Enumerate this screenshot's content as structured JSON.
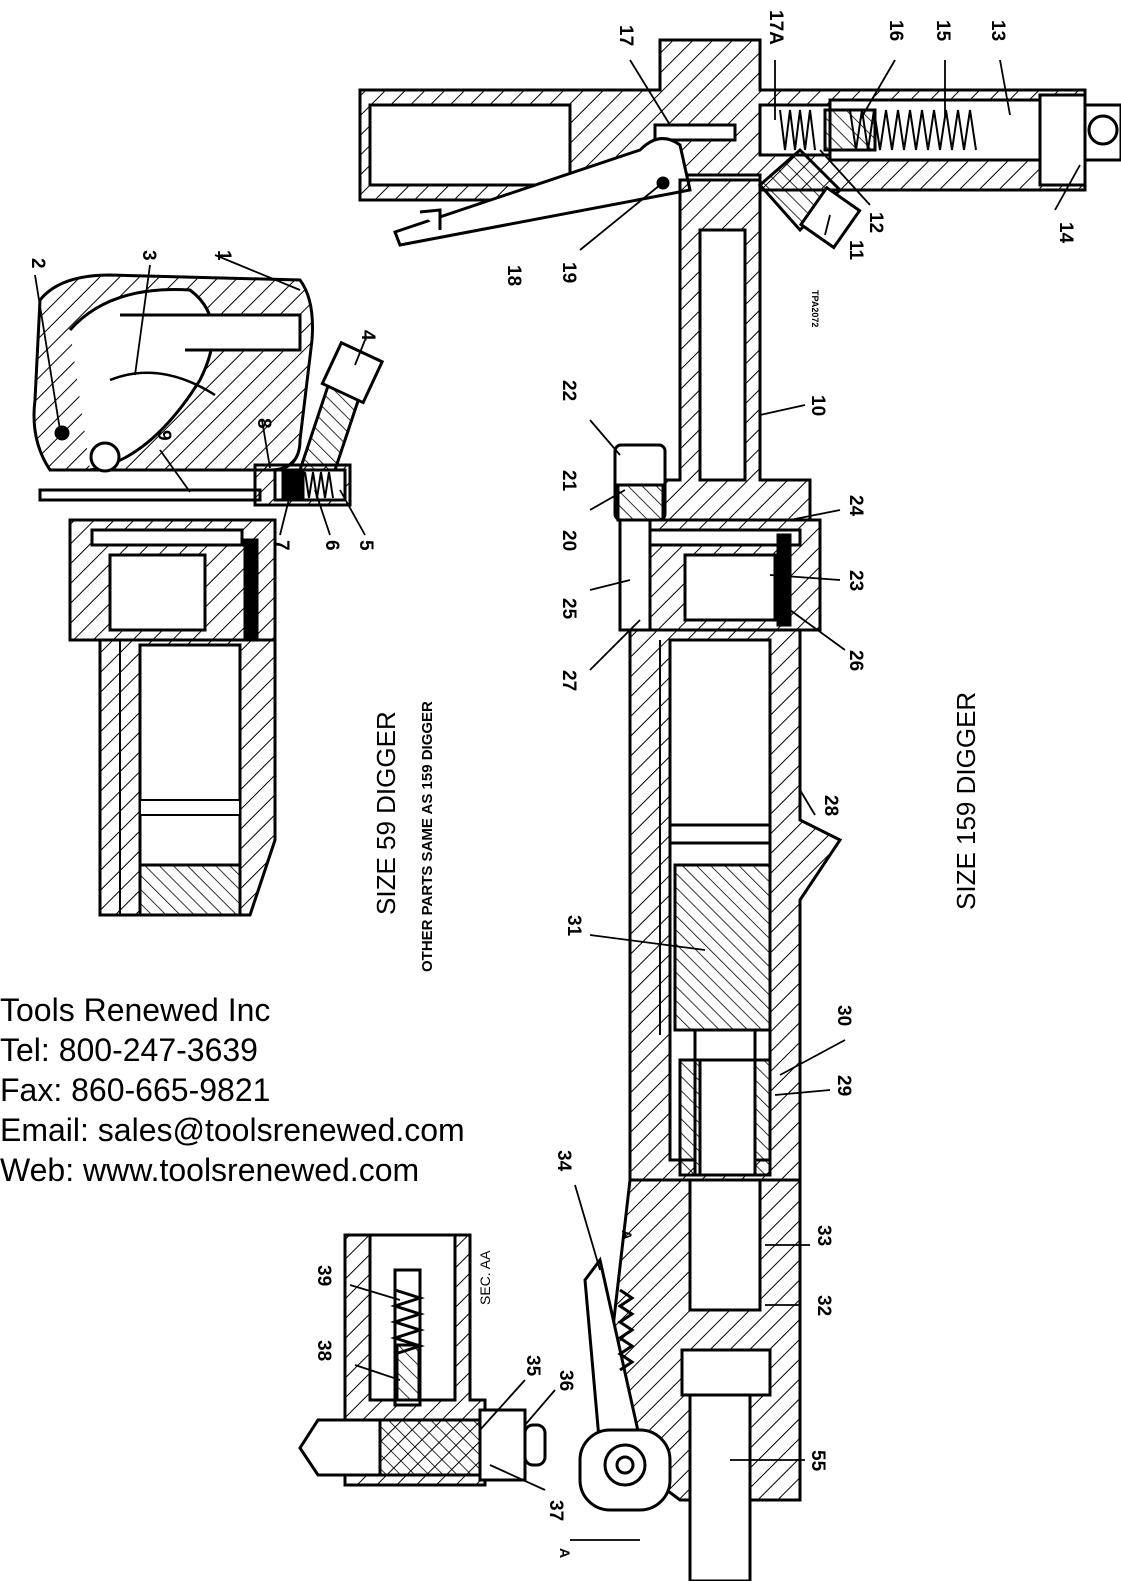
{
  "contact": {
    "company": "Tools Renewed Inc",
    "tel": "Tel: 800-247-3639",
    "fax": "Fax: 860-665-9821",
    "email": "Email: sales@toolsrenewed.com",
    "web": "Web: www.toolsrenewed.com"
  },
  "captions": {
    "size59_title": "SIZE 59 DIGGER",
    "size59_note": "OTHER PARTS SAME AS 159 DIGGER",
    "size159_title": "SIZE 159 DIGGER",
    "section": "SEC. AA",
    "drawing_no": "TPA2072"
  },
  "callouts": {
    "c1": "1",
    "c2": "2",
    "c3": "3",
    "c4": "4",
    "c5": "5",
    "c6": "6",
    "c7": "7",
    "c8": "8",
    "c9": "9",
    "c10": "10",
    "c11": "11",
    "c12": "12",
    "c13": "13",
    "c14": "14",
    "c15": "15",
    "c16": "16",
    "c17": "17",
    "c17a": "17A",
    "c18": "18",
    "c19": "19",
    "c20": "20",
    "c21": "21",
    "c22": "22",
    "c23": "23",
    "c24": "24",
    "c25": "25",
    "c26": "26",
    "c27": "27",
    "c28": "28",
    "c29": "29",
    "c30": "30",
    "c31": "31",
    "c32": "32",
    "c33": "33",
    "c34": "34",
    "c35": "35",
    "c36": "36",
    "c37": "37",
    "c38": "38",
    "c39": "39",
    "c55": "55",
    "a_top": "A",
    "a_bottom": "A"
  }
}
